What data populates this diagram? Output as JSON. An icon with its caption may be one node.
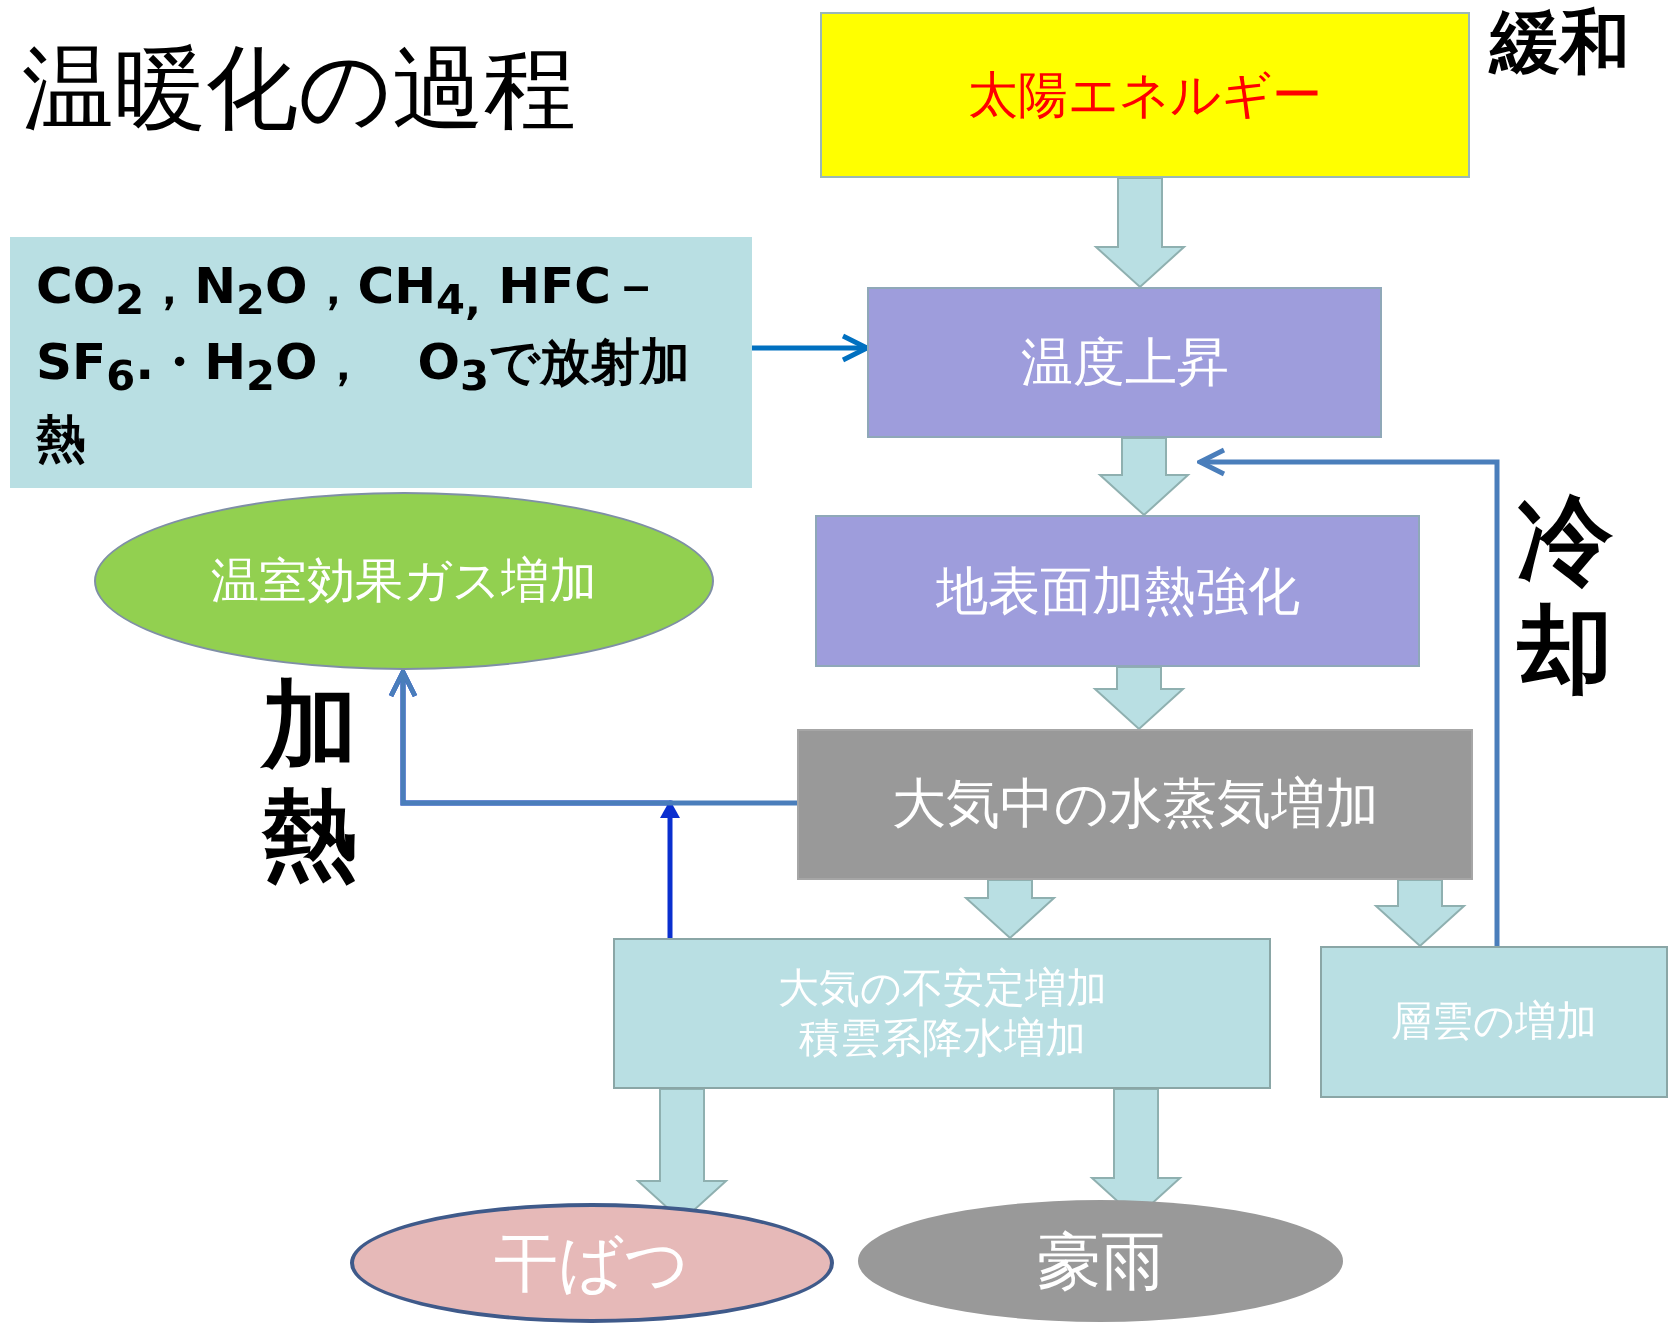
{
  "diagram": {
    "title": "温暖化の過程",
    "nodes": [
      {
        "text": [
          "太陽エネルギー"
        ]
      },
      {
        "text": [
          "CO$_{2}$，N$_{2}$O，CH$_{4,}$ HFC－SF$_{6}$.・H$_{2}$O，　O$_{3}$で放射加熱"
        ]
      },
      {
        "text": [
          "温度上昇"
        ]
      },
      {
        "text": [
          "温室効果ガス増加"
        ]
      },
      {
        "text": [
          "地表面加熱強化"
        ]
      },
      {
        "text": [
          "大気中の水蒸気増加"
        ]
      },
      {
        "text": [
          "大気の不安定増加",
          "積雲系降水増加"
        ]
      },
      {
        "text": [
          "層雲の増加"
        ]
      },
      {
        "text": [
          "干ばつ"
        ]
      },
      {
        "text": [
          "豪雨"
        ]
      }
    ],
    "edges": [
      {
        "from": 0,
        "to": 2,
        "arrow": "to",
        "style": "thick"
      },
      {
        "from": 1,
        "to": 2,
        "arrow": "to",
        "color": "#0070c0"
      },
      {
        "from": 2,
        "to": 4,
        "arrow": "to",
        "style": "thick"
      },
      {
        "from": 4,
        "to": 5,
        "arrow": "to",
        "style": "thick"
      },
      {
        "from": 6,
        "to": 3,
        "arrow": "to",
        "color": "#0a2fcf"
      },
      {
        "from": 5,
        "to": 3,
        "arrow": "to"
      },
      {
        "from": 5,
        "to": 6,
        "arrow": "to",
        "style": "thick"
      },
      {
        "from": 5,
        "to": 7,
        "arrow": "to",
        "style": "thick"
      },
      {
        "from": 7,
        "to": 2,
        "arrow": "to"
      },
      {
        "from": 6,
        "to": 8,
        "arrow": "to",
        "style": "thick"
      },
      {
        "from": 6,
        "to": 9,
        "arrow": "to",
        "style": "thick"
      }
    ],
    "labels": [
      "緩和",
      "加熱",
      "冷却"
    ]
  }
}
